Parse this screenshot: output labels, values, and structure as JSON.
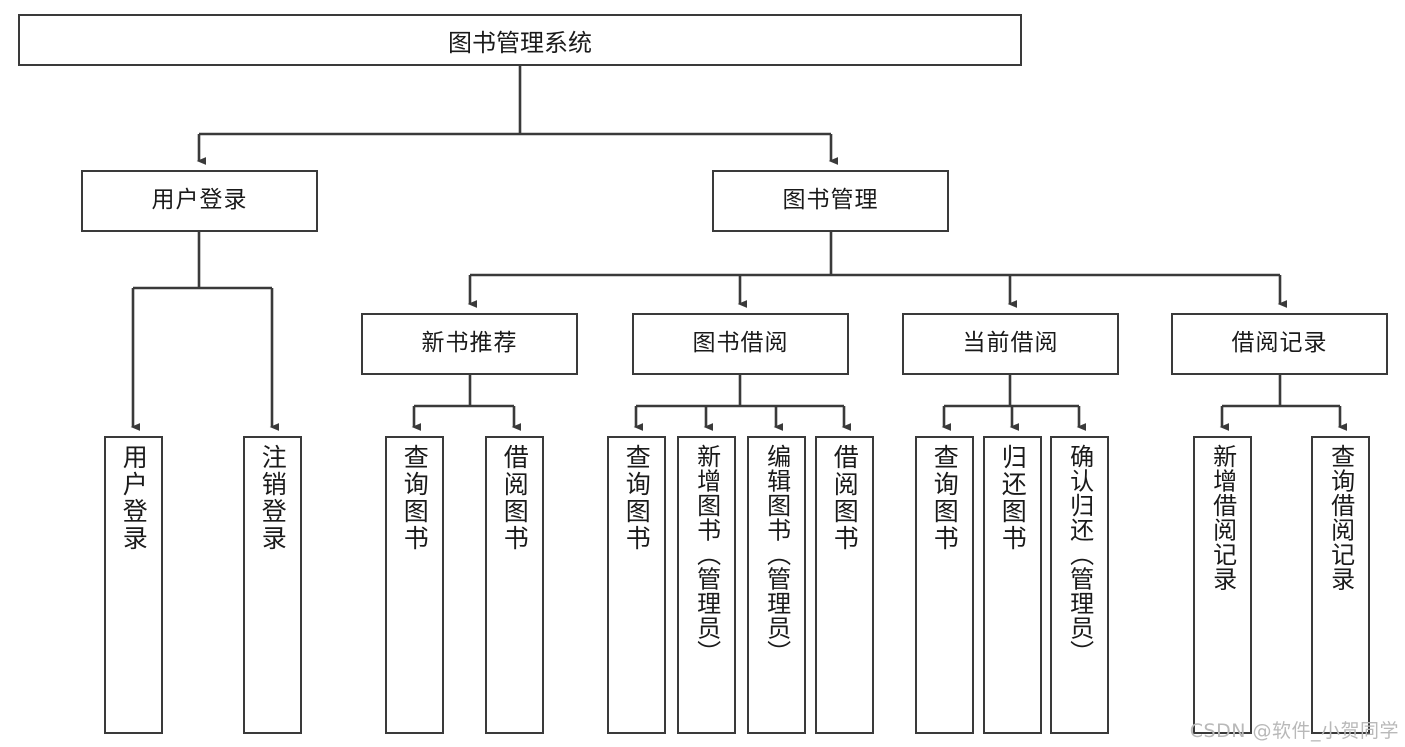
{
  "diagram": {
    "title": "图书管理系统",
    "watermark": "CSDN @软件_小贺同学",
    "line_color": "#3a3a3a",
    "box_fill": "#ffffff",
    "text_color": "#1a1a1a",
    "levels": {
      "root": "图书管理系统",
      "level2": [
        "用户登录",
        "图书管理"
      ],
      "level3": [
        "新书推荐",
        "图书借阅",
        "当前借阅",
        "借阅记录"
      ],
      "level4": [
        "用户登录",
        "注销登录",
        "查询图书",
        "借阅图书",
        "查询图书",
        "新增图书（管理员）",
        "编辑图书（管理员）",
        "借阅图书",
        "查询图书",
        "归还图书",
        "确认归还（管理员）",
        "新增借阅记录",
        "查询借阅记录"
      ]
    },
    "nodes": {
      "root": {
        "label": "图书管理系统"
      },
      "user_login": {
        "label": "用户登录"
      },
      "book_manage": {
        "label": "图书管理"
      },
      "new_book_rec": {
        "label": "新书推荐"
      },
      "book_borrow": {
        "label": "图书借阅"
      },
      "current_borrow": {
        "label": "当前借阅"
      },
      "borrow_record": {
        "label": "借阅记录"
      },
      "leaf_user_login": {
        "label": "用户登录"
      },
      "leaf_logout": {
        "label": "注销登录"
      },
      "leaf_query_book_1": {
        "label": "查询图书"
      },
      "leaf_borrow_book_1": {
        "label": "借阅图书"
      },
      "leaf_query_book_2": {
        "label": "查询图书"
      },
      "leaf_add_book_admin": {
        "label": "新增图书（管理员）"
      },
      "leaf_edit_book_admin": {
        "label": "编辑图书（管理员）"
      },
      "leaf_borrow_book_2": {
        "label": "借阅图书"
      },
      "leaf_query_book_3": {
        "label": "查询图书"
      },
      "leaf_return_book": {
        "label": "归还图书"
      },
      "leaf_confirm_return_admin": {
        "label": "确认归还（管理员）"
      },
      "leaf_add_record": {
        "label": "新增借阅记录"
      },
      "leaf_query_record": {
        "label": "查询借阅记录"
      }
    }
  }
}
